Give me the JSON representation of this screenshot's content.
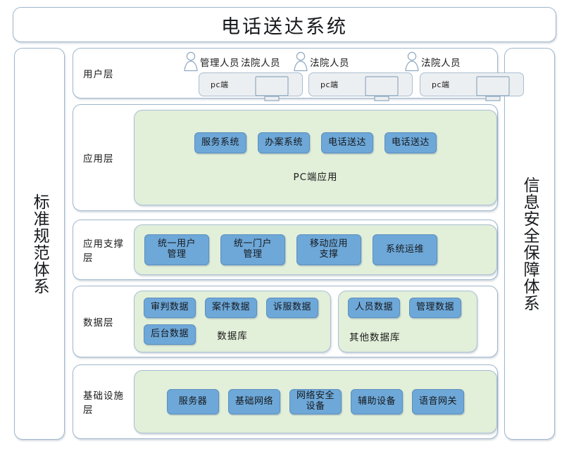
{
  "title": "电话送达系统",
  "side_bands": {
    "left": "标准规范体系",
    "right": "信息安全保障体系"
  },
  "layers": {
    "user": {
      "label": "用户层",
      "groups": [
        {
          "role": "管理人员",
          "icon": "person-icon",
          "terminal": "pc端",
          "terminal_icon": "monitor-icon"
        },
        {
          "role": "法院人员",
          "icon": "person-icon",
          "terminal": "pc端",
          "terminal_icon": "monitor-icon"
        },
        {
          "role": "法院人员",
          "icon": "person-icon",
          "terminal": "pc端",
          "terminal_icon": "monitor-icon"
        }
      ],
      "extra_role": "法院人员"
    },
    "application": {
      "label": "应用层",
      "caption": "PC端应用",
      "items": [
        "服务系统",
        "办案系统",
        "电话送达",
        "电话送达"
      ]
    },
    "support": {
      "label": "应用支撑层",
      "items": [
        "统一用户\n管理",
        "统一门户\n管理",
        "移动应用\n支撑",
        "系统运维"
      ]
    },
    "data": {
      "label": "数据层",
      "main_db": {
        "caption": "数据库",
        "row1": [
          "审判数据",
          "案件数据",
          "诉服数据"
        ],
        "row2": [
          "后台数据"
        ]
      },
      "other_db": {
        "caption": "其他数据库",
        "row1": [
          "人员数据",
          "管理数据"
        ]
      }
    },
    "infrastructure": {
      "label": "基础设施层",
      "items": [
        "服务器",
        "基础网络",
        "网络安全\n设备",
        "辅助设备",
        "语音网关"
      ]
    }
  },
  "colors": {
    "chip_fill": "#6ea8d8",
    "chip_border": "#5b8fc0",
    "green_fill": "#e2efd9",
    "panel_border": "#9fb6cd",
    "terminal_fill": "#eceff1"
  }
}
